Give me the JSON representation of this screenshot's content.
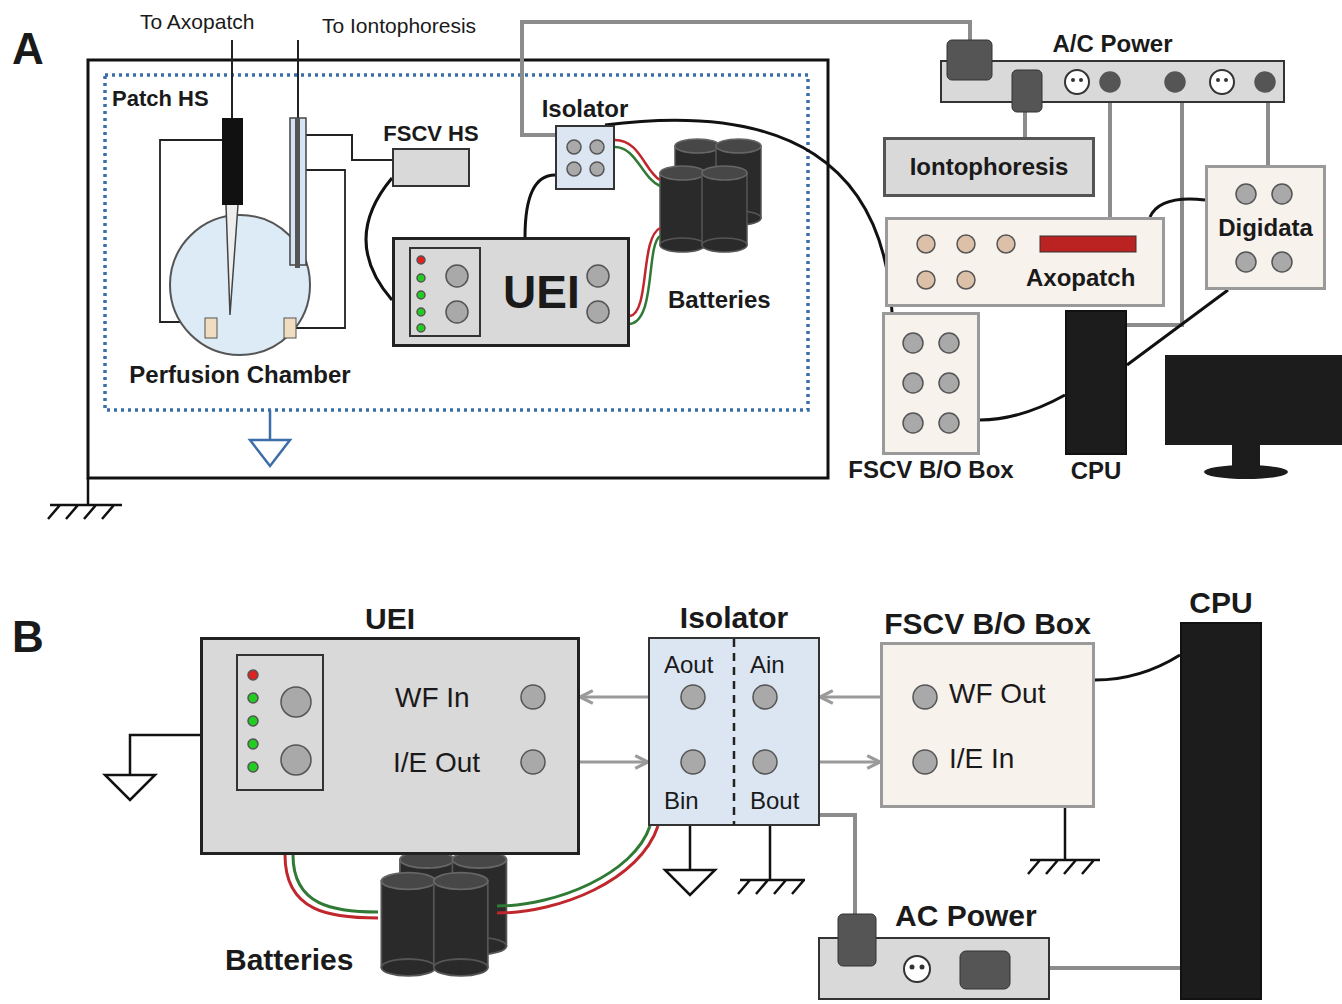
{
  "diagram": {
    "nodes": [
      {
        "text": [
          "Isolator"
        ]
      },
      {
        "text": [
          "FSCV HS"
        ]
      },
      {
        "text": [
          "UEI"
        ]
      },
      {
        "text": [
          "Perfusion Chamber"
        ]
      },
      {
        "text": [
          "A/C Power"
        ]
      },
      {
        "text": [
          "Iontophoresis"
        ]
      },
      {
        "text": [
          "Axopatch"
        ]
      },
      {
        "text": [
          "Digidata"
        ]
      },
      {
        "text": [
          "FSCV B/O Box"
        ]
      },
      {
        "text": [
          "CPU"
        ]
      },
      {
        "text": [
          "UEI",
          "WF In",
          "I/E Out"
        ]
      },
      {
        "text": [
          "Isolator",
          "Aout",
          "Ain",
          "Bin",
          "Bout"
        ]
      },
      {
        "text": [
          "FSCV B/O Box",
          "WF Out",
          "I/E In"
        ]
      },
      {
        "text": [
          "CPU"
        ]
      },
      {
        "text": [
          "AC Power"
        ]
      }
    ],
    "edges": [
      {
        "from": 1,
        "to": 2,
        "arrow": "none"
      },
      {
        "from": 2,
        "to": 0,
        "arrow": "none"
      },
      {
        "from": 0,
        "to": 8,
        "arrow": "none"
      },
      {
        "from": 0,
        "to": 4,
        "arrow": "none"
      },
      {
        "from": 5,
        "to": 4,
        "arrow": "none"
      },
      {
        "from": 6,
        "to": 4,
        "arrow": "none"
      },
      {
        "from": 7,
        "to": 4,
        "arrow": "none"
      },
      {
        "from": 9,
        "to": 4,
        "arrow": "none"
      },
      {
        "from": 6,
        "to": 7,
        "arrow": "none"
      },
      {
        "from": 7,
        "to": 9,
        "arrow": "none"
      },
      {
        "from": 8,
        "to": 9,
        "arrow": "none"
      },
      {
        "from": 11,
        "to": 10,
        "arrow": "to"
      },
      {
        "from": 10,
        "to": 11,
        "arrow": "to"
      },
      {
        "from": 12,
        "to": 11,
        "arrow": "to"
      },
      {
        "from": 11,
        "to": 12,
        "arrow": "to"
      },
      {
        "from": 12,
        "to": 13,
        "arrow": "none"
      },
      {
        "from": 11,
        "to": 14,
        "arrow": "none"
      },
      {
        "from": 13,
        "to": 14,
        "arrow": "none"
      }
    ],
    "labels": [
      "A",
      "To Axopatch",
      "To Iontophoresis",
      "Patch HS",
      "Batteries",
      "B",
      "Batteries"
    ]
  }
}
